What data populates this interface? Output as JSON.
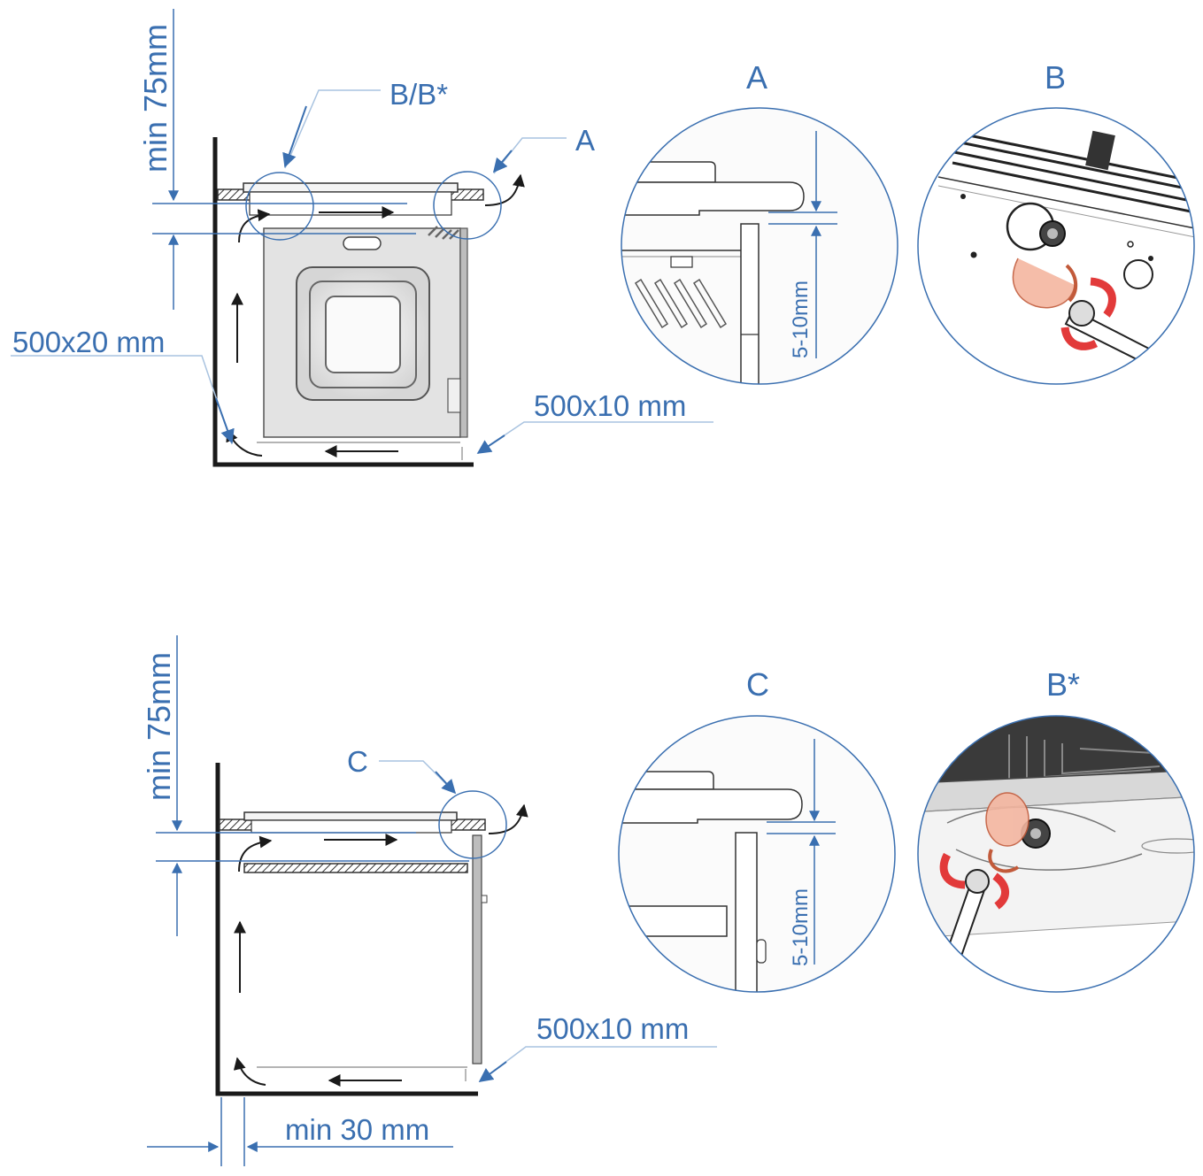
{
  "colors": {
    "accent": "#3a6fb0",
    "leader": "#a9c3e0",
    "line": "#1a1a1a",
    "oven_fill": "#e6e6e6",
    "arrow_red": "#e23a3a"
  },
  "top_diagram": {
    "min_height": "min 75mm",
    "callout_bb": "B/B*",
    "callout_a": "A",
    "inlet_size": "500x20 mm",
    "outlet_size": "500x10 mm"
  },
  "detail_a": {
    "title": "A",
    "gap": "5-10mm"
  },
  "detail_b": {
    "title": "B"
  },
  "bottom_diagram": {
    "min_height": "min 75mm",
    "callout_c": "C",
    "outlet_size": "500x10 mm",
    "wall_gap": "min 30 mm"
  },
  "detail_c": {
    "title": "C",
    "gap": "5-10mm"
  },
  "detail_bstar": {
    "title": "B*"
  }
}
